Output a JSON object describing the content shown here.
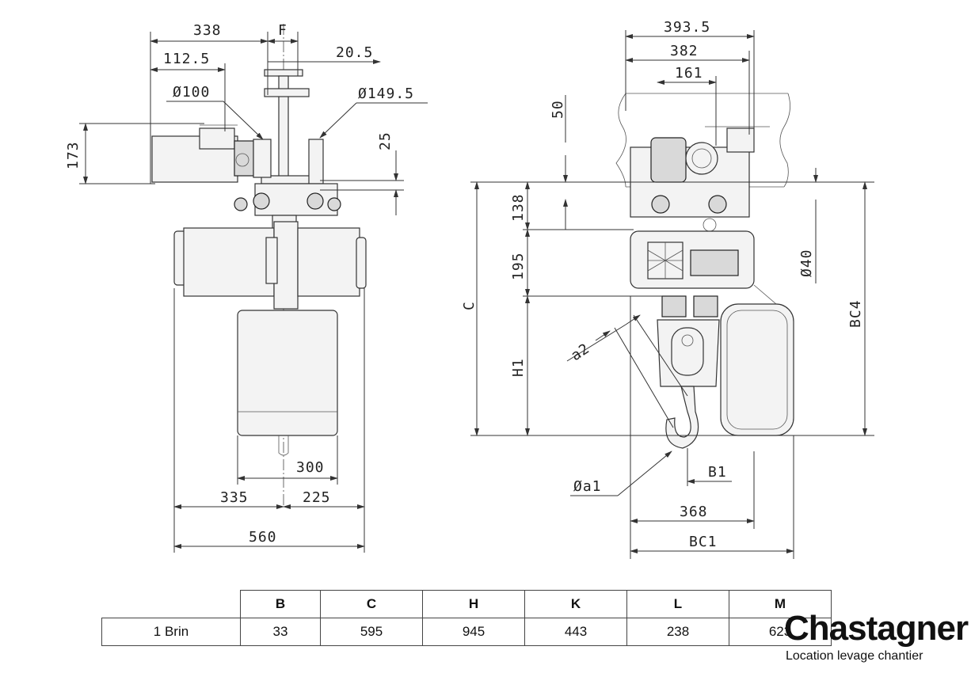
{
  "left_view": {
    "dims": {
      "d338": "338",
      "dF": "F",
      "d112_5": "112.5",
      "d20_5": "20.5",
      "dphi100": "Ø100",
      "dphi149_5": "Ø149.5",
      "d173": "173",
      "d25": "25",
      "d300": "300",
      "d335": "335",
      "d225": "225",
      "d560": "560"
    }
  },
  "right_view": {
    "dims": {
      "d393_5": "393.5",
      "d382": "382",
      "d161": "161",
      "d50": "50",
      "d138": "138",
      "d195": "195",
      "dC": "C",
      "dH1": "H1",
      "da2": "a2",
      "dphi40": "Ø40",
      "dBC4": "BC4",
      "dphia1": "Øa1",
      "dB1": "B1",
      "d368": "368",
      "dBC1": "BC1"
    }
  },
  "table": {
    "headers": [
      "B",
      "C",
      "H",
      "K",
      "L",
      "M"
    ],
    "row_label": "1 Brin",
    "values": [
      "33",
      "595",
      "945",
      "443",
      "238",
      "623"
    ]
  },
  "logo": {
    "name": "Chastagner",
    "tagline": "Location levage   chantier"
  }
}
